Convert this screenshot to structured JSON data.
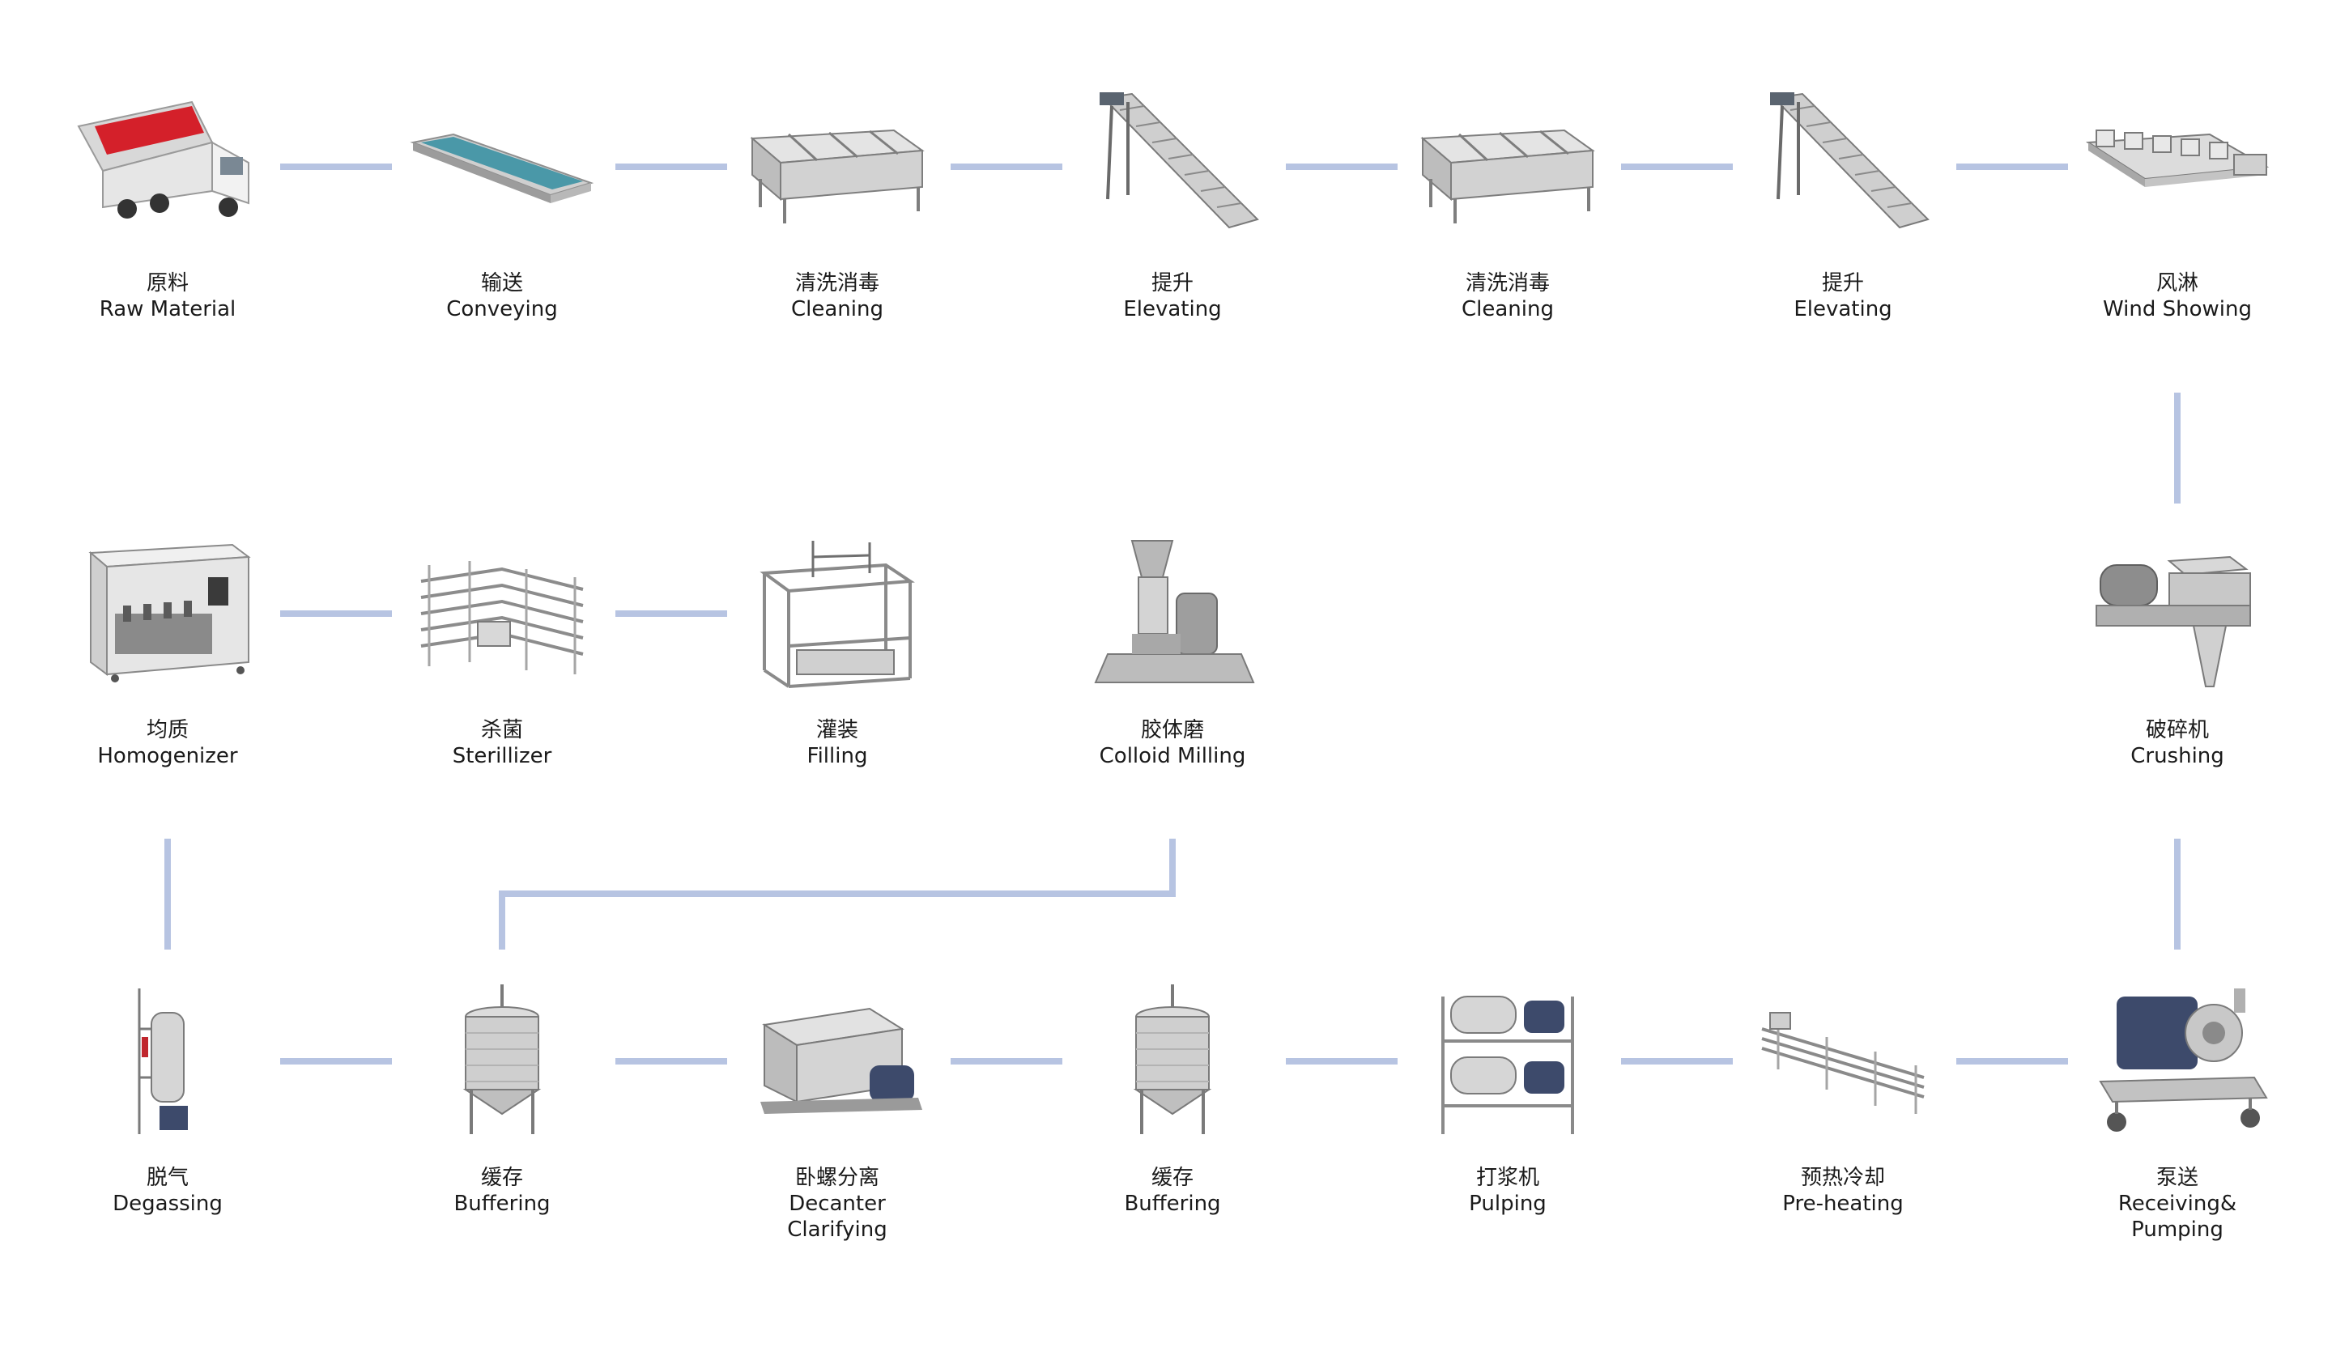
{
  "connector_color": "#b7c4e2",
  "steps": [
    {
      "id": "raw",
      "cn": "原料",
      "en": "Raw Material",
      "icon": "truck-icon"
    },
    {
      "id": "conveying",
      "cn": "输送",
      "en": "Conveying",
      "icon": "belt-conveyor-icon"
    },
    {
      "id": "cleaning1",
      "cn": "清洗消毒",
      "en": "Cleaning",
      "icon": "washing-tank-icon"
    },
    {
      "id": "elevating1",
      "cn": "提升",
      "en": "Elevating",
      "icon": "elevator-conveyor-icon"
    },
    {
      "id": "cleaning2",
      "cn": "清洗消毒",
      "en": "Cleaning",
      "icon": "washing-tank-icon"
    },
    {
      "id": "elevating2",
      "cn": "提升",
      "en": "Elevating",
      "icon": "elevator-conveyor-icon"
    },
    {
      "id": "wind",
      "cn": "风淋",
      "en": "Wind Showing",
      "icon": "air-shower-icon"
    },
    {
      "id": "homogenizer",
      "cn": "均质",
      "en": "Homogenizer",
      "icon": "homogenizer-icon"
    },
    {
      "id": "sterilizer",
      "cn": "杀菌",
      "en": "Sterillizer",
      "icon": "sterilizer-icon"
    },
    {
      "id": "filling",
      "cn": "灌装",
      "en": "Filling",
      "icon": "filling-frame-icon"
    },
    {
      "id": "colloid",
      "cn": "胶体磨",
      "en": "Colloid Milling",
      "icon": "colloid-mill-icon"
    },
    {
      "id": "crushing",
      "cn": "破碎机",
      "en": "Crushing",
      "icon": "crusher-icon"
    },
    {
      "id": "degassing",
      "cn": "脱气",
      "en": "Degassing",
      "icon": "degasser-icon"
    },
    {
      "id": "buffering1",
      "cn": "缓存",
      "en": "Buffering",
      "icon": "buffer-tank-icon"
    },
    {
      "id": "decanter",
      "cn": "卧螺分离",
      "en": "Decanter",
      "en2": "Clarifying",
      "icon": "decanter-icon"
    },
    {
      "id": "buffering2",
      "cn": "缓存",
      "en": "Buffering",
      "icon": "buffer-tank-icon"
    },
    {
      "id": "pulping",
      "cn": "打浆机",
      "en": "Pulping",
      "icon": "pulper-icon"
    },
    {
      "id": "preheating",
      "cn": "预热冷却",
      "en": "Pre-heating",
      "icon": "tube-heater-icon"
    },
    {
      "id": "pumping",
      "cn": "泵送",
      "en": "Receiving&",
      "en2": "Pumping",
      "icon": "pump-cart-icon"
    }
  ]
}
